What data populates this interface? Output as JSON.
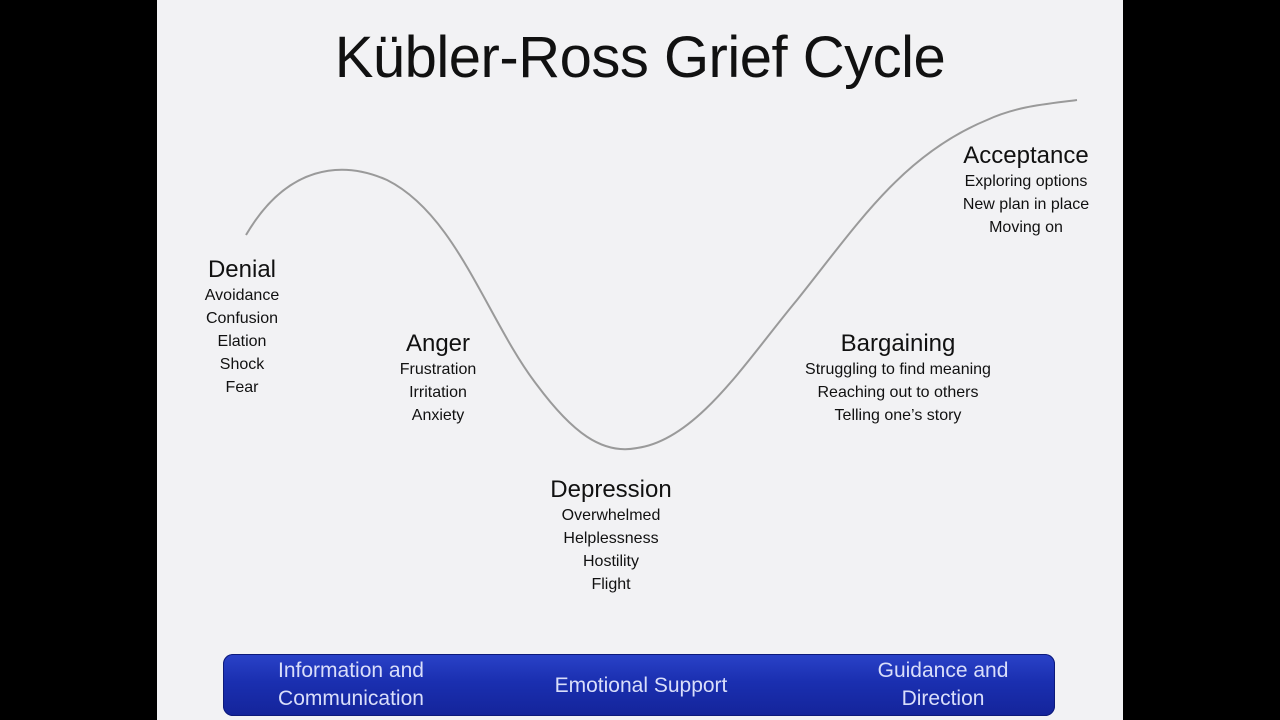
{
  "title": "Kübler-Ross Grief Cycle",
  "stages": {
    "denial": {
      "name": "Denial",
      "items": [
        "Avoidance",
        "Confusion",
        "Elation",
        "Shock",
        "Fear"
      ]
    },
    "anger": {
      "name": "Anger",
      "items": [
        "Frustration",
        "Irritation",
        "Anxiety"
      ]
    },
    "depression": {
      "name": "Depression",
      "items": [
        "Overwhelmed",
        "Helplessness",
        "Hostility",
        "Flight"
      ]
    },
    "bargaining": {
      "name": "Bargaining",
      "items": [
        "Struggling to find meaning",
        "Reaching out to others",
        "Telling one’s story"
      ]
    },
    "acceptance": {
      "name": "Acceptance",
      "items": [
        "Exploring options",
        "New plan in place",
        "Moving on"
      ]
    }
  },
  "support": {
    "info": [
      "Information and",
      "Communication"
    ],
    "emotional": "Emotional Support",
    "guidance": [
      "Guidance and",
      "Direction"
    ]
  },
  "colors": {
    "curve": "#9a9a9a",
    "bar": "#1a2fb0",
    "bar_text": "#d9defa",
    "background": "#f2f2f4"
  }
}
